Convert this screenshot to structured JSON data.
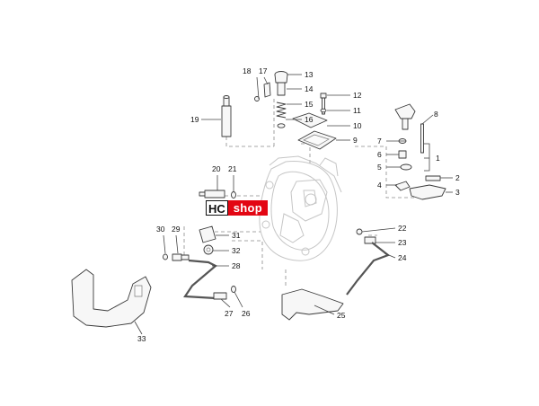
{
  "watermark": {
    "left_text": "HC",
    "right_text": "shop",
    "brand_color": "#e30613"
  },
  "callouts": [
    {
      "id": "c1",
      "text": "1"
    },
    {
      "id": "c2",
      "text": "2"
    },
    {
      "id": "c3",
      "text": "3"
    },
    {
      "id": "c4",
      "text": "4"
    },
    {
      "id": "c5",
      "text": "5"
    },
    {
      "id": "c6",
      "text": "6"
    },
    {
      "id": "c7",
      "text": "7"
    },
    {
      "id": "c8",
      "text": "8"
    },
    {
      "id": "c9",
      "text": "9"
    },
    {
      "id": "c10",
      "text": "10"
    },
    {
      "id": "c11",
      "text": "11"
    },
    {
      "id": "c12",
      "text": "12"
    },
    {
      "id": "c13",
      "text": "13"
    },
    {
      "id": "c14",
      "text": "14"
    },
    {
      "id": "c15",
      "text": "15"
    },
    {
      "id": "c16",
      "text": "16"
    },
    {
      "id": "c17",
      "text": "17"
    },
    {
      "id": "c18",
      "text": "18"
    },
    {
      "id": "c19",
      "text": "19"
    },
    {
      "id": "c20",
      "text": "20"
    },
    {
      "id": "c21",
      "text": "21"
    },
    {
      "id": "c22",
      "text": "22"
    },
    {
      "id": "c23",
      "text": "23"
    },
    {
      "id": "c24",
      "text": "24"
    },
    {
      "id": "c25",
      "text": "25"
    },
    {
      "id": "c26",
      "text": "26"
    },
    {
      "id": "c27",
      "text": "27"
    },
    {
      "id": "c28",
      "text": "28"
    },
    {
      "id": "c29",
      "text": "29"
    },
    {
      "id": "c30",
      "text": "30"
    },
    {
      "id": "c31",
      "text": "31"
    },
    {
      "id": "c32",
      "text": "32"
    },
    {
      "id": "c33",
      "text": "33"
    }
  ]
}
